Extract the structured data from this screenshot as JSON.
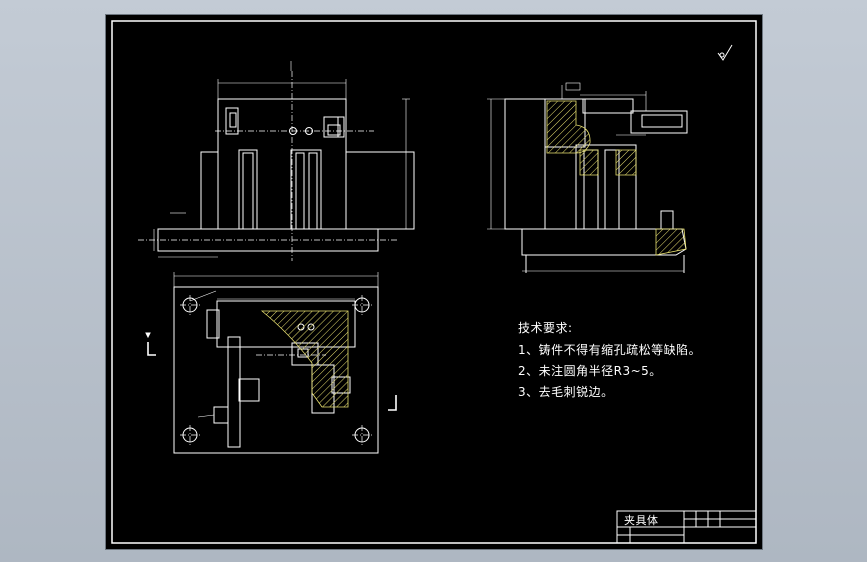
{
  "drawing": {
    "technical_requirements": {
      "title": "技术要求:",
      "items": [
        "1、铸件不得有缩孔疏松等缺陷。",
        "2、未注圆角半径R3~5。",
        "3、去毛刺锐边。"
      ]
    },
    "title_block": {
      "name": "夹具体"
    },
    "colors": {
      "background": "#000000",
      "line": "#ffffff",
      "hatch": "#e8e070",
      "dimension": "#ffffff"
    }
  }
}
